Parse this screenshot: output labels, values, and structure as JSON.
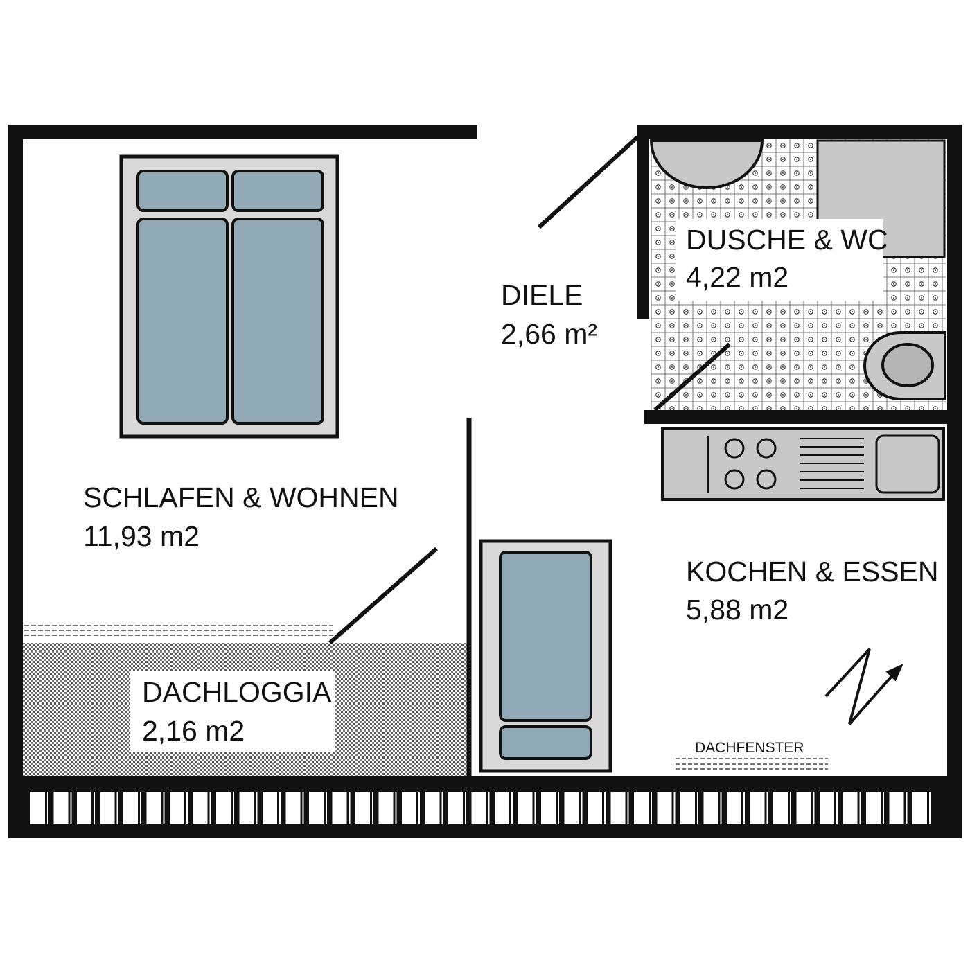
{
  "rooms": {
    "schlafen": {
      "name": "SCHLAFEN & WOHNEN",
      "area": "11,93 m2"
    },
    "diele": {
      "name": "DIELE",
      "area": "2,66 m²"
    },
    "dusche": {
      "name": "DUSCHE & WC",
      "area": "4,22 m2"
    },
    "kochen": {
      "name": "KOCHEN & ESSEN",
      "area": "5,88 m2"
    },
    "dachloggia": {
      "name": "DACHLOGGIA",
      "area": "2,16 m2"
    }
  },
  "labels": {
    "dachfenster": "DACHFENSTER"
  },
  "colors": {
    "wall": "#111111",
    "mattress": "#91a8b6",
    "fixture_gray": "#c8c8c8",
    "frame_gray": "#d9d9d9"
  },
  "icons": {
    "north": "north-arrow-icon",
    "stove": "stove-icon",
    "sink": "sink-icon",
    "toilet": "toilet-icon",
    "shower": "shower-icon"
  }
}
